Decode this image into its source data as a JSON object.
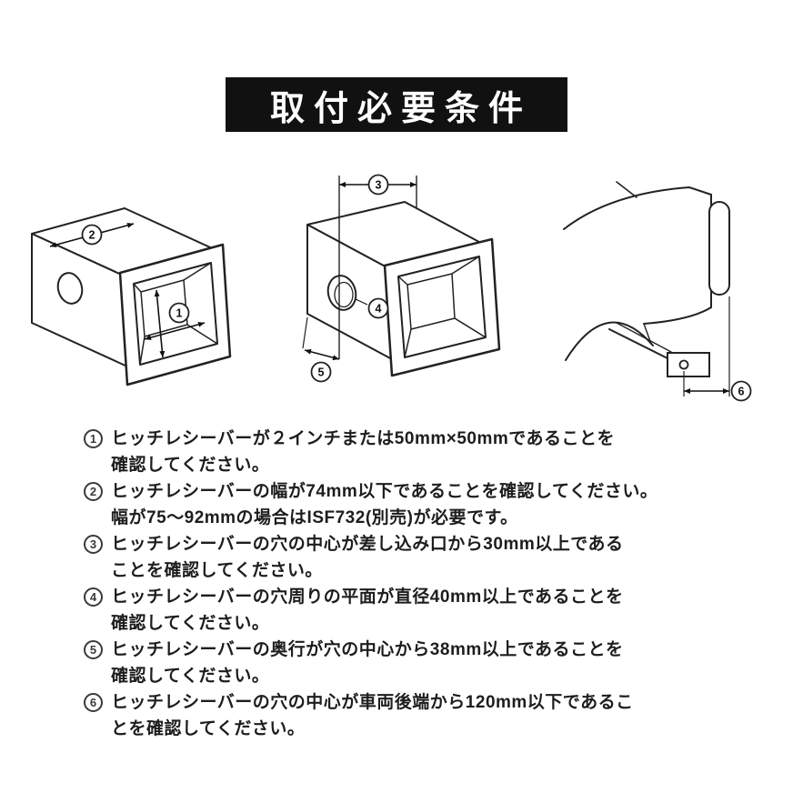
{
  "title": "取付必要条件",
  "colors": {
    "banner_bg": "#111111",
    "banner_text": "#ffffff",
    "line_ink": "#222222"
  },
  "badges": {
    "b1": "1",
    "b2": "2",
    "b3": "3",
    "b4": "4",
    "b5": "5",
    "b6": "6"
  },
  "requirements": [
    {
      "num": "1",
      "text": "ヒッチレシーバーが２インチまたは50mm×50mmであることを\n確認してください。"
    },
    {
      "num": "2",
      "text": "ヒッチレシーバーの幅が74mm以下であることを確認してください。\n幅が75〜92mmの場合はISF732(別売)が必要です。"
    },
    {
      "num": "3",
      "text": "ヒッチレシーバーの穴の中心が差し込み口から30mm以上である\nことを確認してください。"
    },
    {
      "num": "4",
      "text": "ヒッチレシーバーの穴周りの平面が直径40mm以上であることを\n確認してください。"
    },
    {
      "num": "5",
      "text": "ヒッチレシーバーの奥行が穴の中心から38mm以上であることを\n確認してください。"
    },
    {
      "num": "6",
      "text": "ヒッチレシーバーの穴の中心が車両後端から120mm以下であるこ\nとを確認してください。"
    }
  ]
}
